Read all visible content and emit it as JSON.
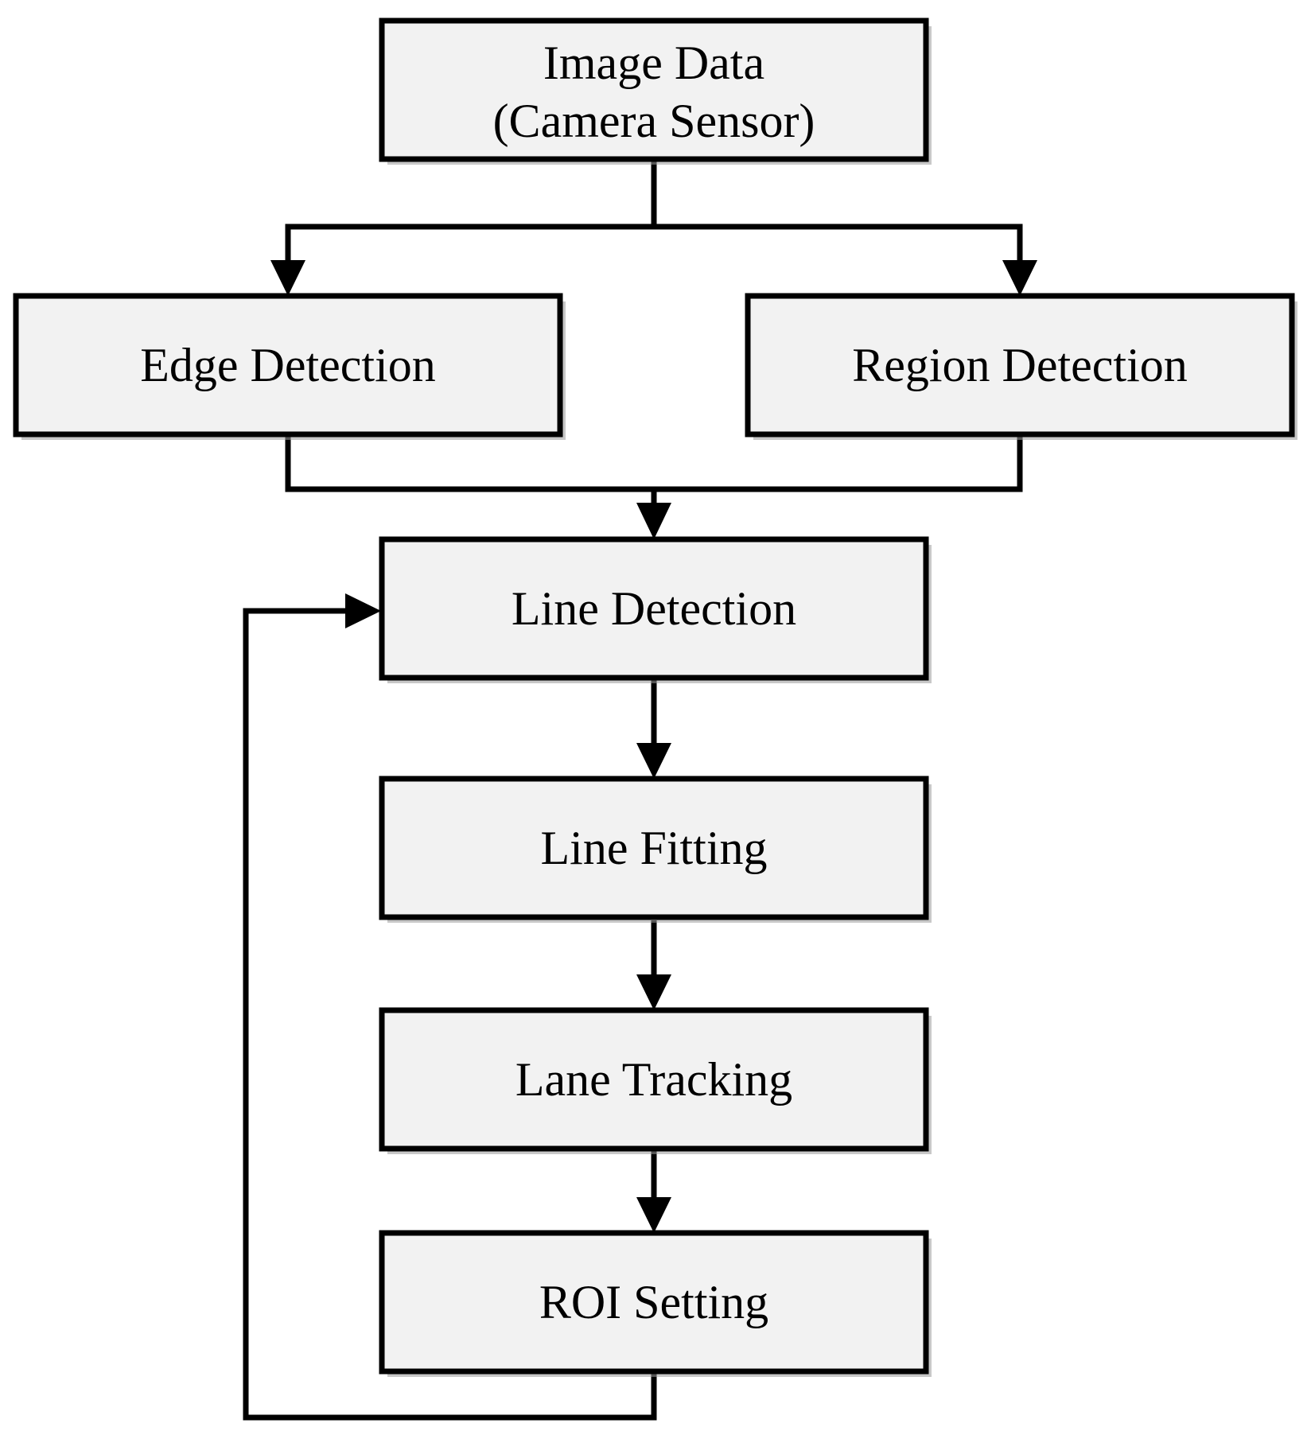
{
  "diagram": {
    "type": "flowchart",
    "nodes": [
      {
        "id": "image_data",
        "lines": [
          "Image Data",
          "(Camera Sensor)"
        ]
      },
      {
        "id": "edge_detection",
        "lines": [
          "Edge Detection"
        ]
      },
      {
        "id": "region_detection",
        "lines": [
          "Region Detection"
        ]
      },
      {
        "id": "line_detection",
        "lines": [
          "Line Detection"
        ]
      },
      {
        "id": "line_fitting",
        "lines": [
          "Line Fitting"
        ]
      },
      {
        "id": "lane_tracking",
        "lines": [
          "Lane Tracking"
        ]
      },
      {
        "id": "roi_setting",
        "lines": [
          "ROI Setting"
        ]
      }
    ],
    "edges": [
      {
        "from": "image_data",
        "to": "edge_detection"
      },
      {
        "from": "image_data",
        "to": "region_detection"
      },
      {
        "from": "edge_detection",
        "to": "line_detection"
      },
      {
        "from": "region_detection",
        "to": "line_detection"
      },
      {
        "from": "line_detection",
        "to": "line_fitting"
      },
      {
        "from": "line_fitting",
        "to": "lane_tracking"
      },
      {
        "from": "lane_tracking",
        "to": "roi_setting"
      },
      {
        "from": "roi_setting",
        "to": "line_detection"
      }
    ]
  }
}
